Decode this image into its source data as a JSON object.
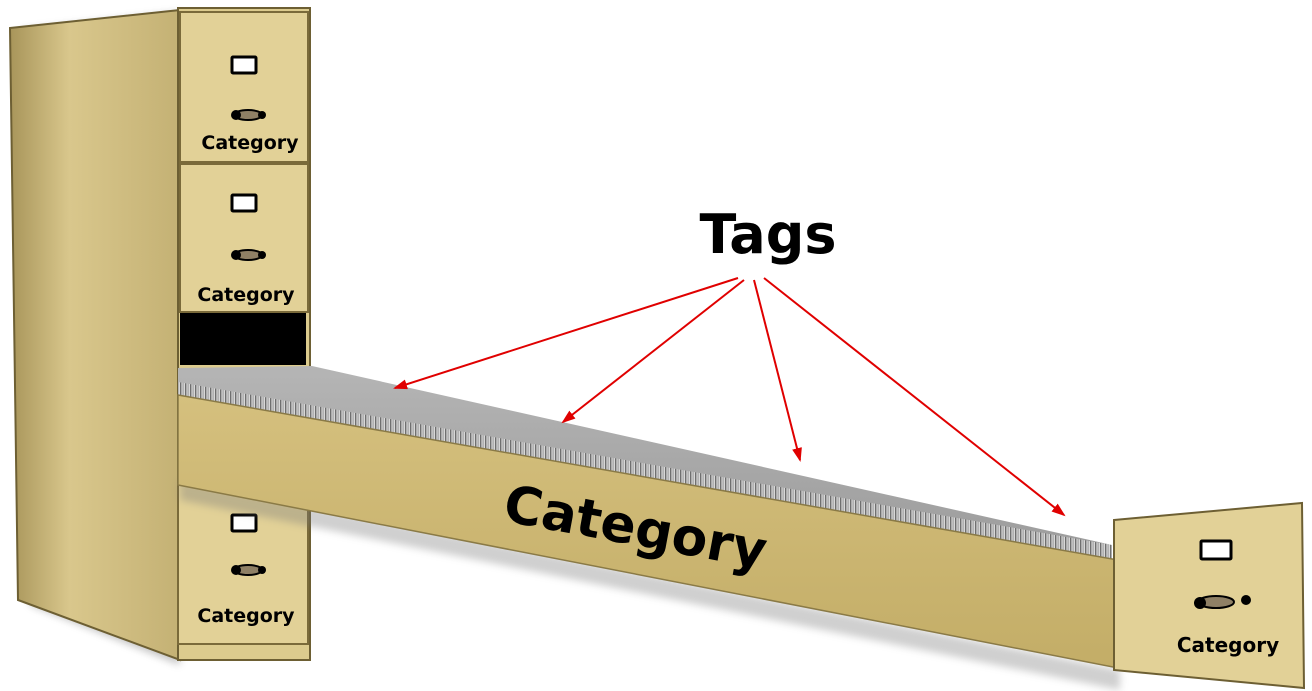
{
  "title": "Tags",
  "drawers": {
    "top": {
      "label": "Category"
    },
    "second": {
      "label": "Category"
    },
    "bottom": {
      "label": "Category"
    }
  },
  "extended_drawer": {
    "side_label": "Category",
    "front_label": "Category"
  },
  "colors": {
    "cabinet": "#dccb8e",
    "cabinet_shadow": "#b9a668",
    "cabinet_dark": "#8a7a46",
    "drawer_side": "#c8b26c",
    "tags_top": "#a9a9a9",
    "arrow": "#e00000",
    "ink": "#000000"
  }
}
